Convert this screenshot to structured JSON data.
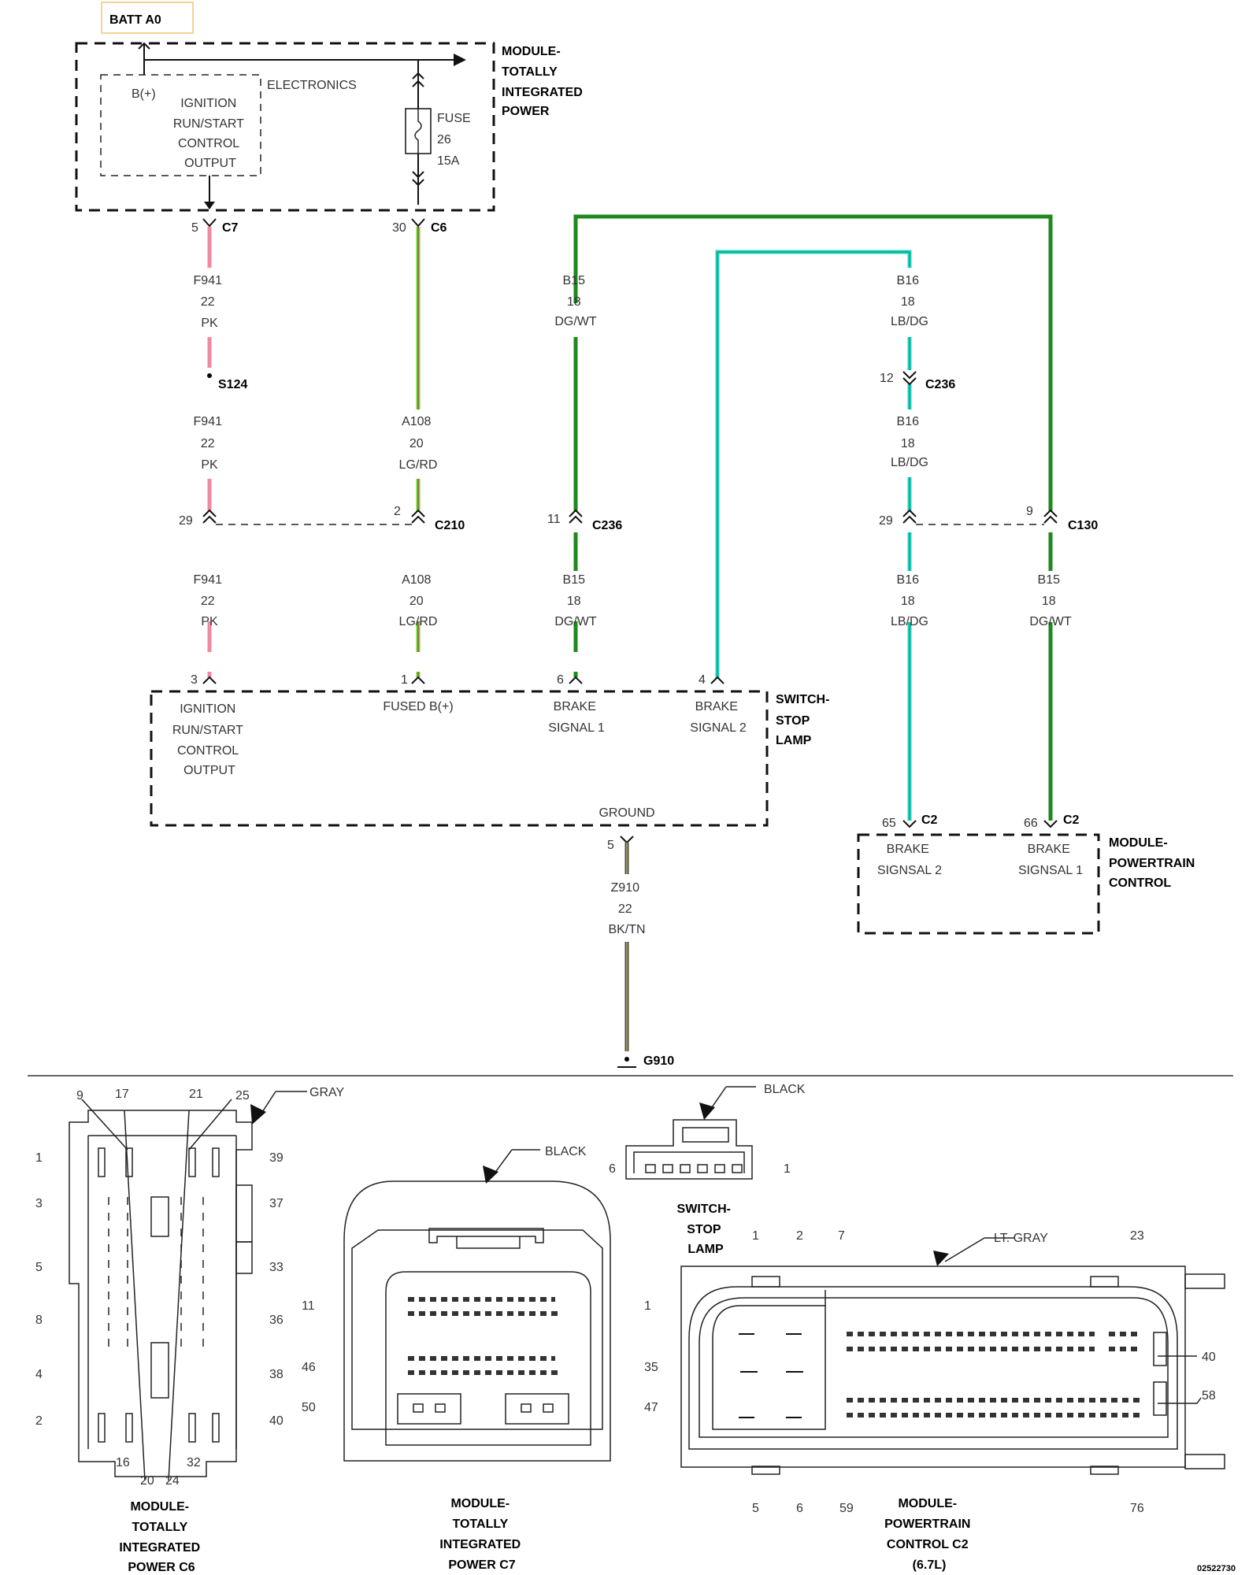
{
  "batt_label": "BATT A0",
  "tipm": {
    "title_lines": [
      "MODULE-",
      "TOTALLY",
      "INTEGRATED",
      "POWER"
    ],
    "electronics": "ELECTRONICS",
    "bplus": "B(+)",
    "output_lines": [
      "IGNITION",
      "RUN/START",
      "CONTROL",
      "OUTPUT"
    ],
    "fuse_lines": [
      "FUSE",
      "26",
      "15A"
    ]
  },
  "connectors": {
    "c7": {
      "pin": "5",
      "name": "C7"
    },
    "c6": {
      "pin": "30",
      "name": "C6"
    },
    "s124": "S124",
    "c236_left": {
      "pin": "11",
      "name": "C236"
    },
    "c236_right": {
      "pin": "12",
      "name": "C236"
    },
    "c210": {
      "pin_left": "29",
      "pin_right": "2",
      "name": "C210"
    },
    "c130": {
      "pin_left": "29",
      "pin_right": "9",
      "name": "C130"
    },
    "c2_65": {
      "pin": "65",
      "name": "C2"
    },
    "c2_66": {
      "pin": "66",
      "name": "C2"
    }
  },
  "wires": {
    "f941_a": [
      "F941",
      "22",
      "PK"
    ],
    "f941_b": [
      "F941",
      "22",
      "PK"
    ],
    "f941_c": [
      "F941",
      "22",
      "PK"
    ],
    "a108_a": [
      "A108",
      "20",
      "LG/RD"
    ],
    "a108_b": [
      "A108",
      "20",
      "LG/RD"
    ],
    "b15_a": [
      "B15",
      "18",
      "DG/WT"
    ],
    "b15_b": [
      "B15",
      "18",
      "DG/WT"
    ],
    "b15_c": [
      "B15",
      "18",
      "DG/WT"
    ],
    "b16_a": [
      "B16",
      "18",
      "LB/DG"
    ],
    "b16_b": [
      "B16",
      "18",
      "LB/DG"
    ],
    "b16_c": [
      "B16",
      "18",
      "LB/DG"
    ],
    "z910": [
      "Z910",
      "22",
      "BK/TN"
    ]
  },
  "switch": {
    "title_lines": [
      "SWITCH-",
      "STOP",
      "LAMP"
    ],
    "pins": [
      "3",
      "1",
      "6",
      "4",
      "5"
    ],
    "ign_lines": [
      "IGNITION",
      "RUN/START",
      "CONTROL",
      "OUTPUT"
    ],
    "fused": "FUSED B(+)",
    "brake1": [
      "BRAKE",
      "SIGNAL 1"
    ],
    "brake2": [
      "BRAKE",
      "SIGNAL 2"
    ],
    "ground": "GROUND"
  },
  "pcm": {
    "title_lines": [
      "MODULE-",
      "POWERTRAIN",
      "CONTROL"
    ],
    "sig2": [
      "BRAKE",
      "SIGNSAL 2"
    ],
    "sig1": [
      "BRAKE",
      "SIGNSAL 1"
    ]
  },
  "ground_label": "G910",
  "connector_views": {
    "c6": {
      "color": "GRAY",
      "top_pins": [
        "9",
        "17",
        "21",
        "25"
      ],
      "left_pins": [
        "1",
        "3",
        "5",
        "8",
        "4",
        "2"
      ],
      "right_pins": [
        "39",
        "37",
        "33",
        "36",
        "38",
        "40"
      ],
      "bottom_pins": [
        "16",
        "20",
        "24",
        "32"
      ],
      "title_lines": [
        "MODULE-",
        "TOTALLY",
        "INTEGRATED",
        "POWER C6"
      ]
    },
    "c7": {
      "color": "BLACK",
      "left_pins": [
        "11",
        "46",
        "50"
      ],
      "right_pins": [
        "1",
        "35",
        "47"
      ],
      "title_lines": [
        "MODULE-",
        "TOTALLY",
        "INTEGRATED",
        "POWER C7"
      ]
    },
    "switch": {
      "color": "BLACK",
      "left_pin": "6",
      "right_pin": "1",
      "title_lines": [
        "SWITCH-",
        "STOP",
        "LAMP"
      ]
    },
    "pcm_c2": {
      "color": "LT. GRAY",
      "top_pins": [
        "1",
        "2",
        "7",
        "23"
      ],
      "right_pins": [
        "40",
        "58"
      ],
      "bottom_pins": [
        "5",
        "6",
        "59",
        "76"
      ],
      "title_lines": [
        "MODULE-",
        "POWERTRAIN",
        "CONTROL C2",
        "(6.7L)"
      ]
    }
  },
  "doc_id": "02522730",
  "colors": {
    "pink": "#f08aa0",
    "light_green": "#6cd63c",
    "dark_green": "#1e8a1e",
    "light_blue": "#20d6d0",
    "brown": "#4e4a33"
  }
}
